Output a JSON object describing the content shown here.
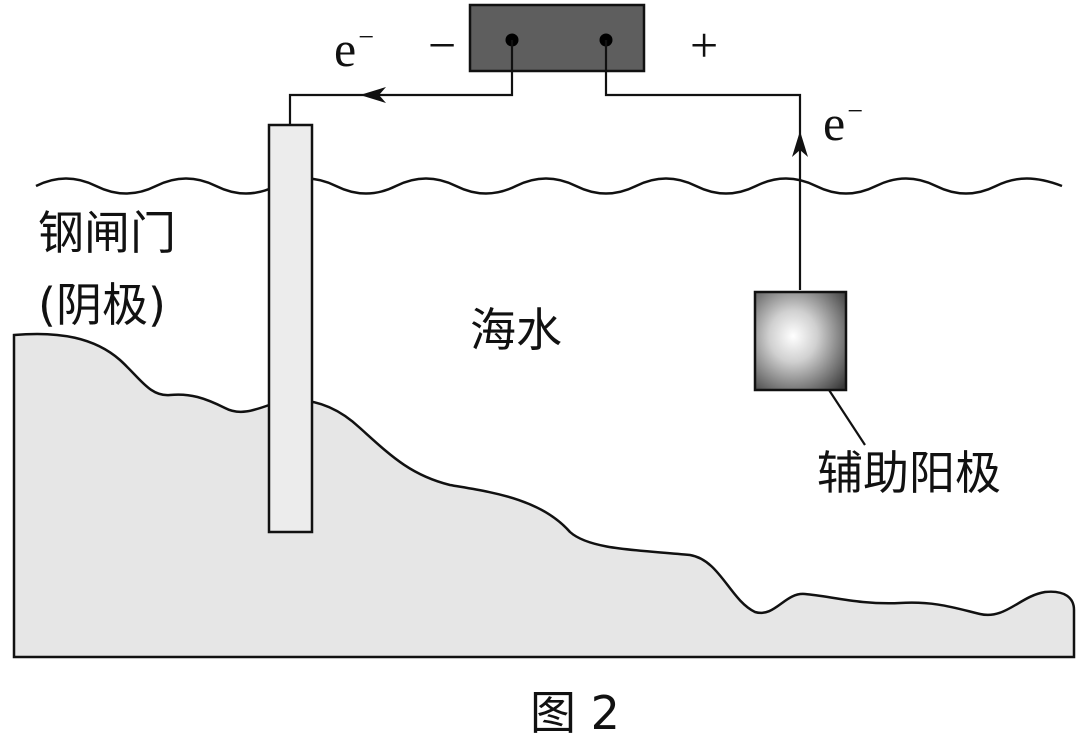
{
  "diagram": {
    "caption": "图 2",
    "steel_gate": {
      "name": "钢闸门",
      "role": "(阴极)"
    },
    "auxiliary_anode": "辅助阳极",
    "seawater": "海水",
    "power_source": {
      "negative": "−",
      "positive": "+"
    },
    "electron": {
      "base": "e",
      "charge": "−"
    }
  },
  "colors": {
    "line": "#111111",
    "seabed_fill": "#e6e6e6",
    "gate_fill": "#ececec",
    "battery_fill": "#5e5e5e"
  }
}
